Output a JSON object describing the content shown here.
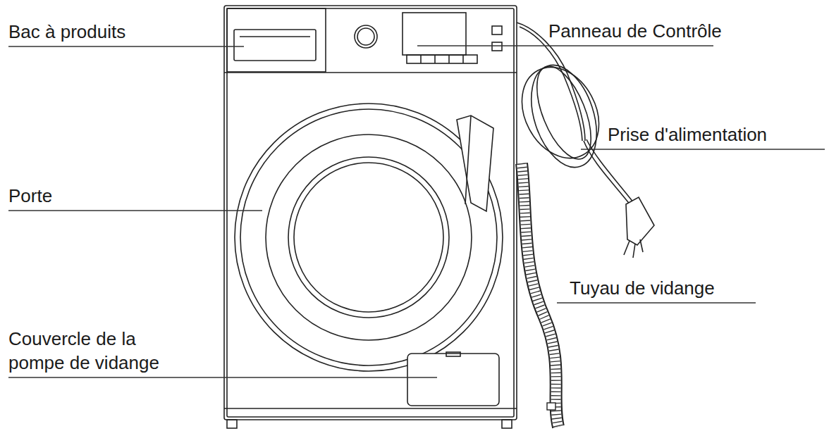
{
  "diagram": {
    "labels": [
      "Bac à produits",
      "Panneau de Contrôle",
      "Prise d'alimentation",
      "Porte",
      "Tuyau de vidange",
      "Couvercle de la pompe de vidange"
    ]
  }
}
